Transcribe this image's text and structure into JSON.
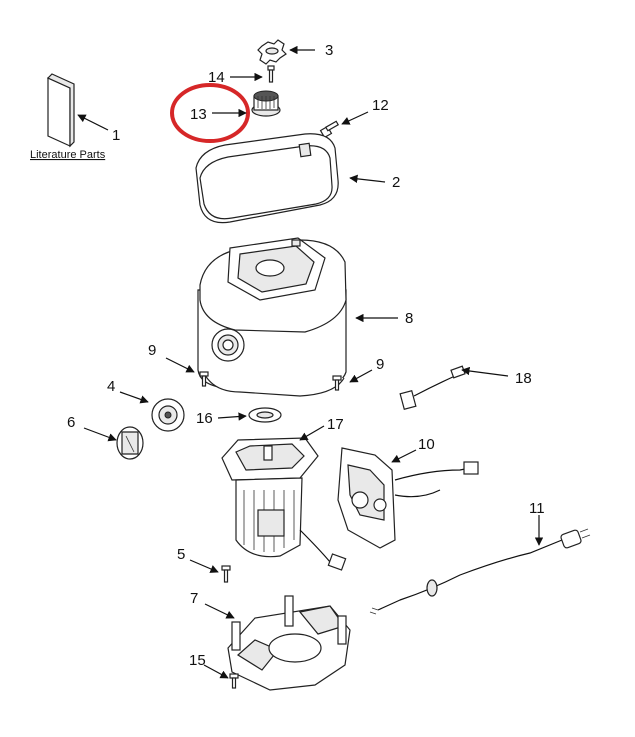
{
  "colors": {
    "highlight": "#d62728",
    "line": "#111111",
    "background": "#ffffff"
  },
  "literature": {
    "label": "Literature Parts"
  },
  "callouts": {
    "c1": "1",
    "c2": "2",
    "c3": "3",
    "c4": "4",
    "c5": "5",
    "c6": "6",
    "c7": "7",
    "c8": "8",
    "c9a": "9",
    "c9b": "9",
    "c10": "10",
    "c11": "11",
    "c12": "12",
    "c13": "13",
    "c14": "14",
    "c15": "15",
    "c16": "16",
    "c17": "17",
    "c18": "18"
  },
  "highlight": {
    "target": "13"
  }
}
